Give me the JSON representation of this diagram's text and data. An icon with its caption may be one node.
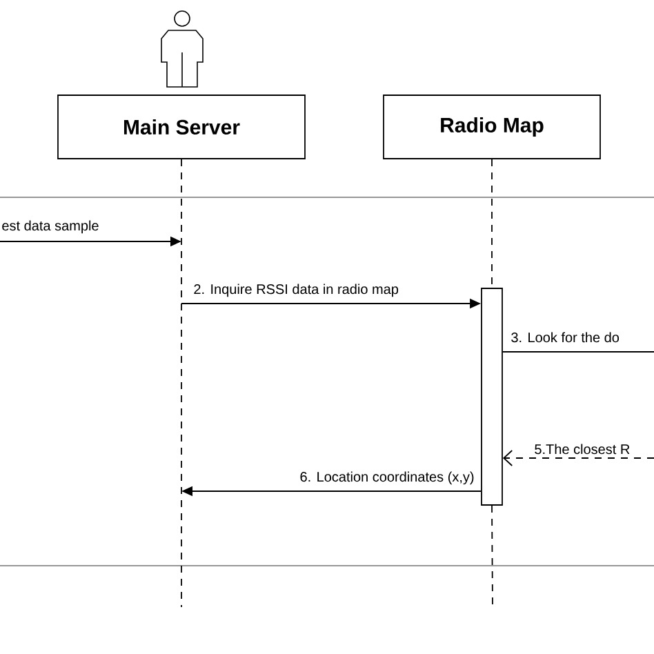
{
  "diagram": {
    "nodes": [
      {
        "text": [],
        "shape": "person"
      },
      {
        "text": [
          "Main Server"
        ]
      },
      {
        "text": [
          "Radio Map"
        ]
      },
      {
        "text": [],
        "shape": "bar"
      }
    ],
    "edges": [
      {
        "from": null,
        "to": 1,
        "arrow": "to",
        "label": "est data sample"
      },
      {
        "from": 1,
        "to": 3,
        "arrow": "to",
        "label": "2. Inquire RSSI data in radio map"
      },
      {
        "from": 3,
        "to": null,
        "arrow": "none",
        "label": "3. Look for the do"
      },
      {
        "from": null,
        "to": 3,
        "arrow": "to",
        "style": "dashed",
        "label": "5.The closest R"
      },
      {
        "from": 3,
        "to": 1,
        "arrow": "to",
        "label": "6. Location coordinates (x,y)"
      },
      {
        "from": 2,
        "to": 3,
        "arrow": "none",
        "style": "dashed"
      },
      {
        "from": 3,
        "to": null,
        "arrow": "none",
        "style": "dashed"
      }
    ]
  }
}
